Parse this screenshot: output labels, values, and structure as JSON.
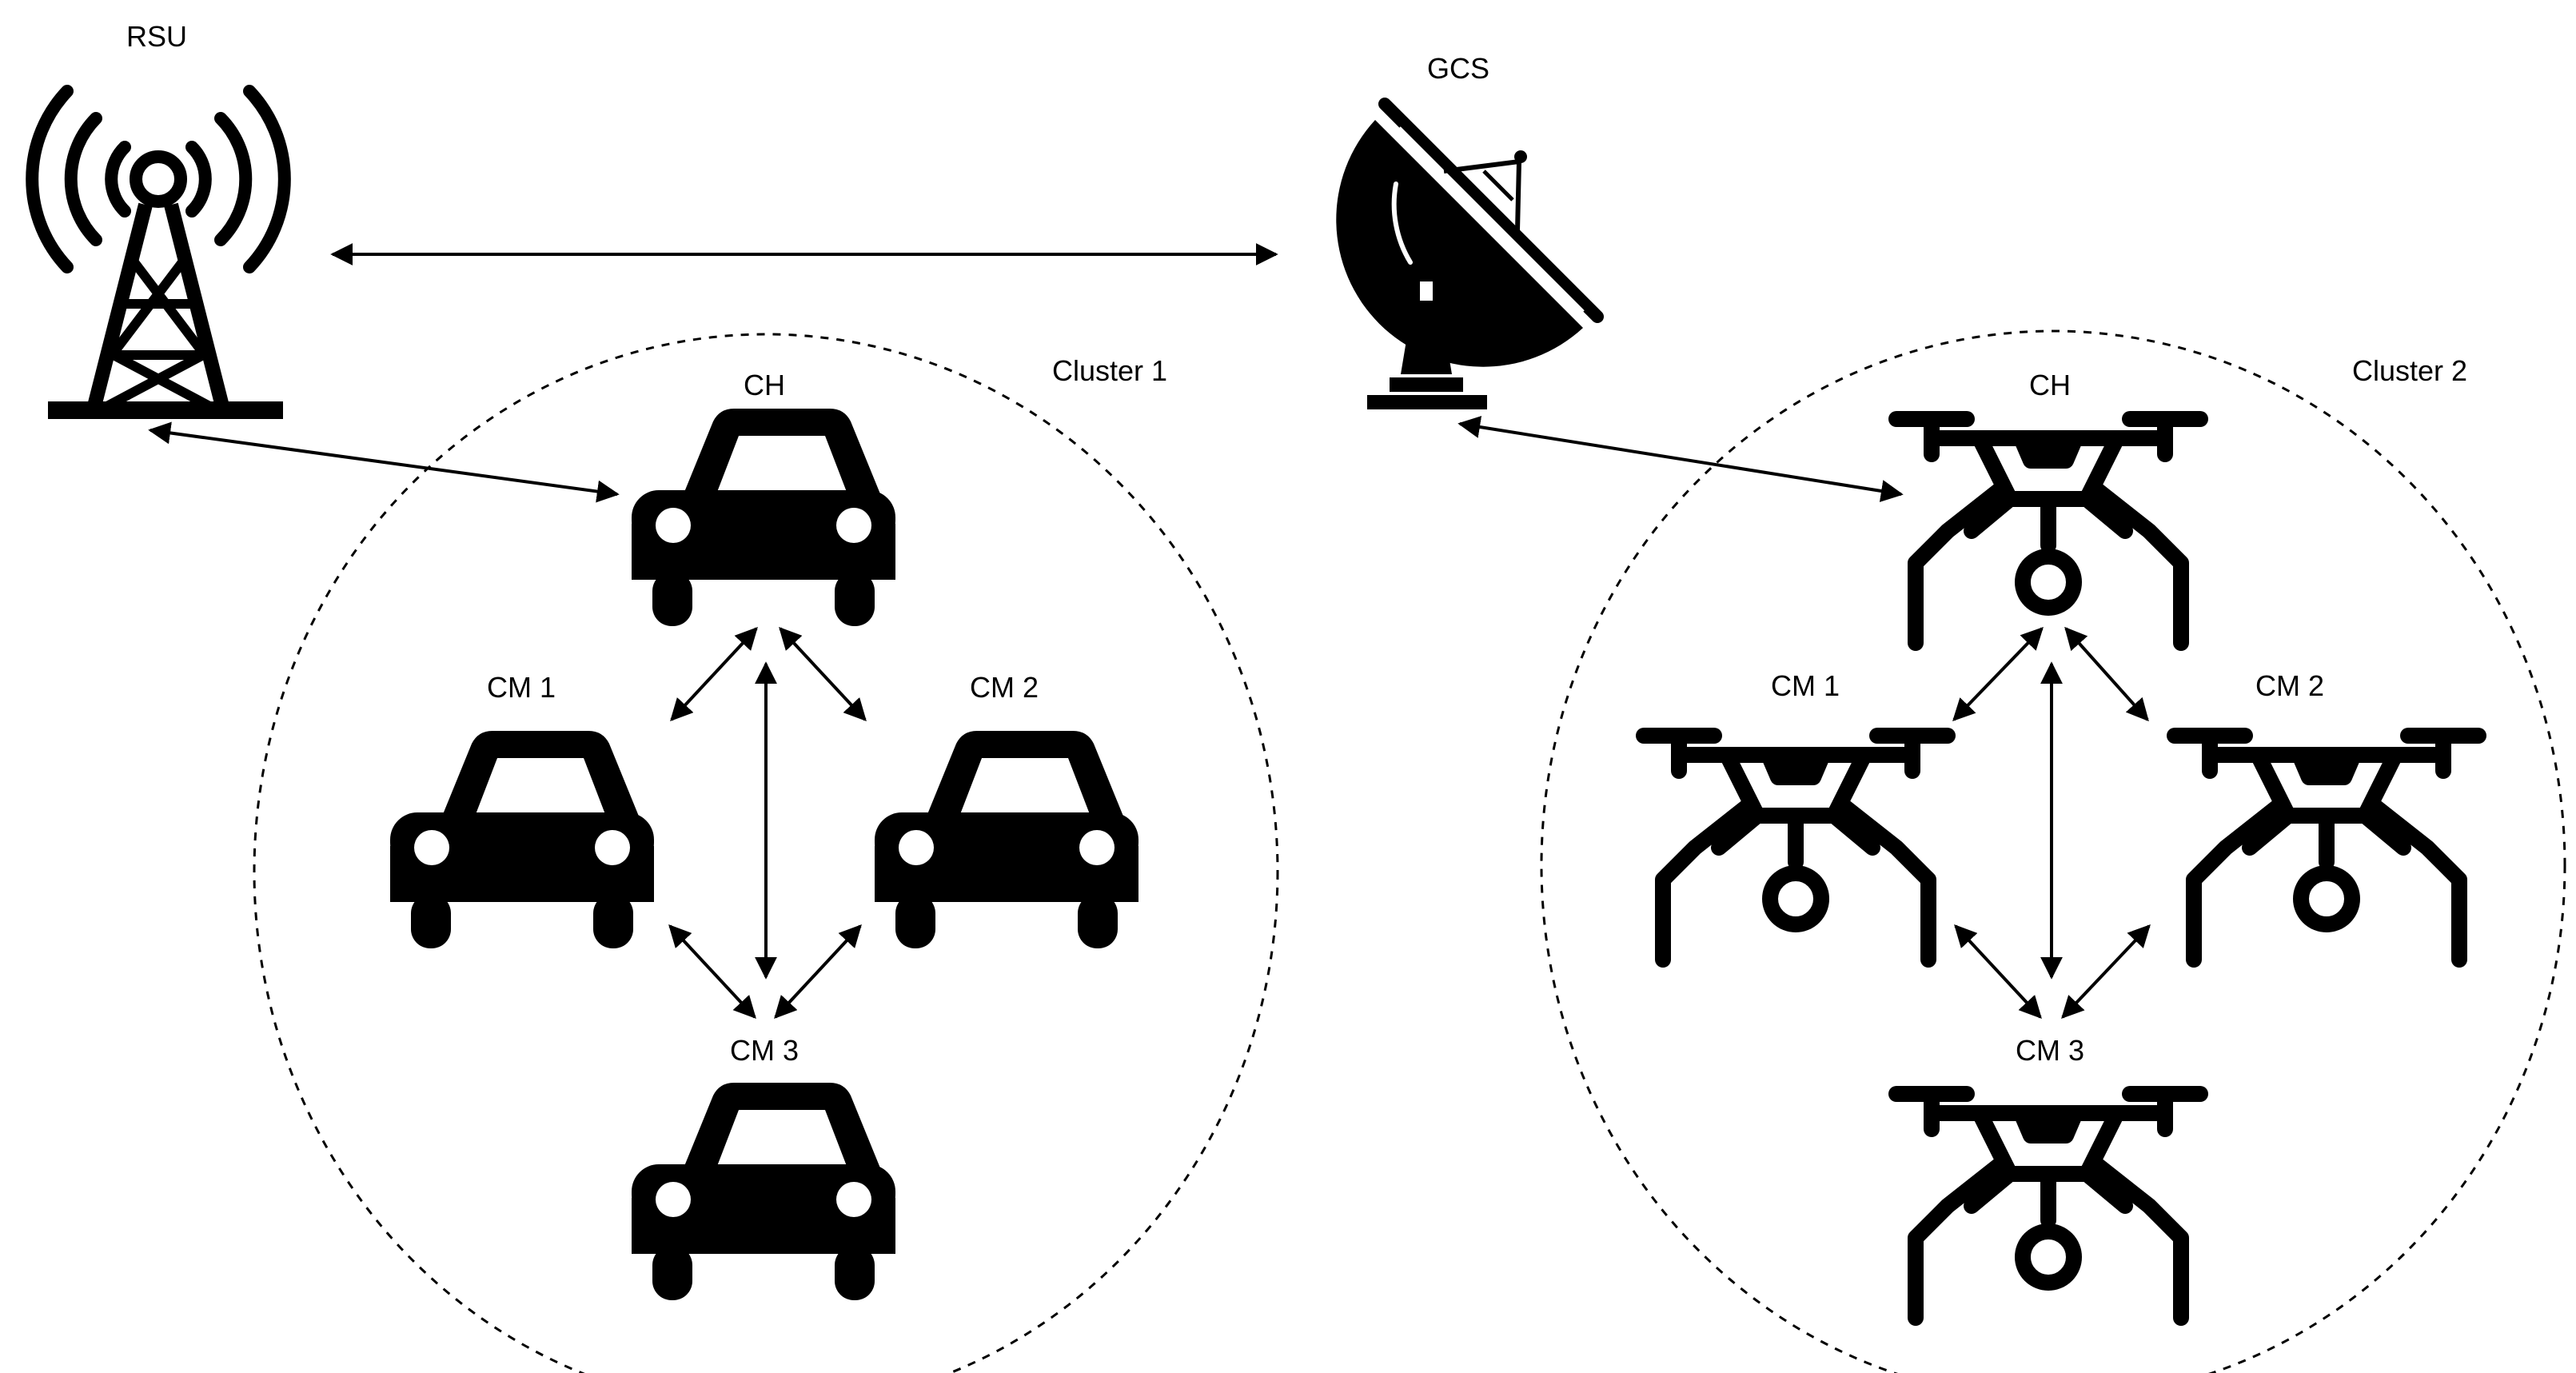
{
  "nodes": {
    "rsu": {
      "label": "RSU",
      "icon": "radio-tower-icon"
    },
    "gcs": {
      "label": "GCS",
      "icon": "satellite-dish-icon"
    }
  },
  "clusters": [
    {
      "label": "Cluster 1",
      "kind": "car",
      "ch": "CH",
      "cm1": "CM 1",
      "cm2": "CM 2",
      "cm3": "CM 3"
    },
    {
      "label": "Cluster 2",
      "kind": "drone",
      "ch": "CH",
      "cm1": "CM 1",
      "cm2": "CM 2",
      "cm3": "CM 3"
    }
  ],
  "colors": {
    "ink": "#000000",
    "background": "#ffffff"
  }
}
